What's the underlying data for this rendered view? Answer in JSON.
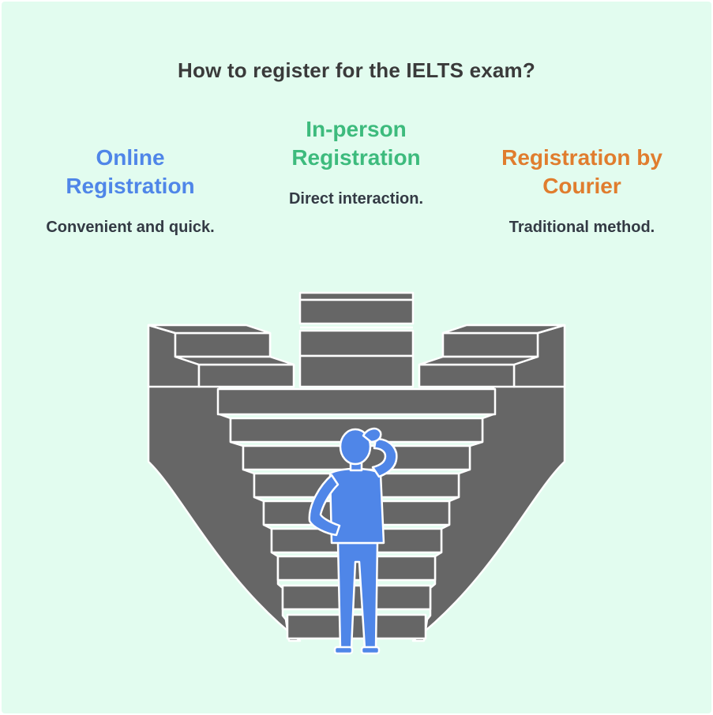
{
  "title": "How to register for the IELTS exam?",
  "options": [
    {
      "id": "online",
      "title_line1": "Online",
      "title_line2": "Registration",
      "description": "Convenient and quick.",
      "color": "#4f86e8"
    },
    {
      "id": "inperson",
      "title_line1": "In-person",
      "title_line2": "Registration",
      "description": "Direct interaction.",
      "color": "#3dbb7d"
    },
    {
      "id": "courier",
      "title_line1": "Registration by",
      "title_line2": "Courier",
      "description": "Traditional method.",
      "color": "#e07d2e"
    }
  ],
  "colors": {
    "background": "#e2fcef",
    "stairs": "#666666",
    "outline": "#ffffff",
    "person": "#4f86e8"
  },
  "illustration": {
    "icons": [
      "staircase-icon",
      "confused-person-icon"
    ]
  }
}
